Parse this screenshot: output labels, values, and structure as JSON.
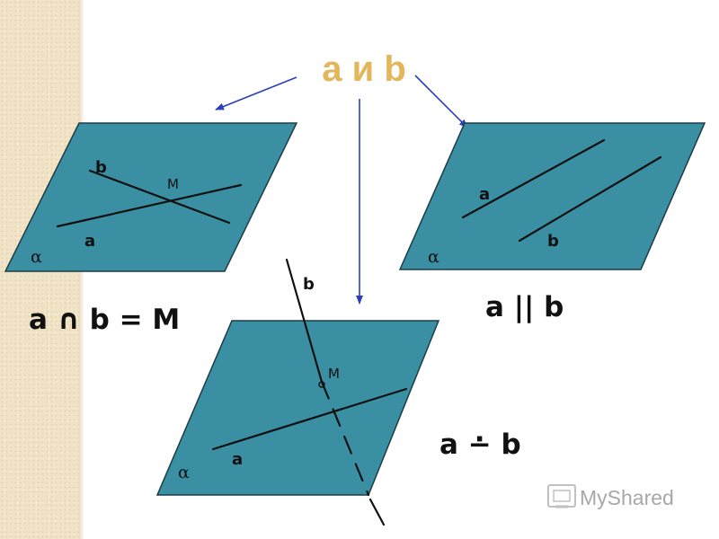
{
  "title": "а и b",
  "planes": {
    "intersecting": {
      "alpha_label": "α",
      "line_a_label": "a",
      "line_b_label": "b",
      "point_label": "M",
      "relation": "a ∩ b = M"
    },
    "parallel": {
      "alpha_label": "α",
      "line_a_label": "a",
      "line_b_label": "b",
      "relation": "a || b"
    },
    "skew": {
      "alpha_label": "α",
      "line_a_label": "a",
      "line_b_label": "b",
      "point_label": "M",
      "relation": "a ∸ b"
    }
  },
  "brand": {
    "text": "MyShared"
  },
  "colors": {
    "plane": "#3a8fa2",
    "arrow": "#2a3fbf",
    "title": "#e2b65b",
    "band": "#f1e4c6"
  }
}
